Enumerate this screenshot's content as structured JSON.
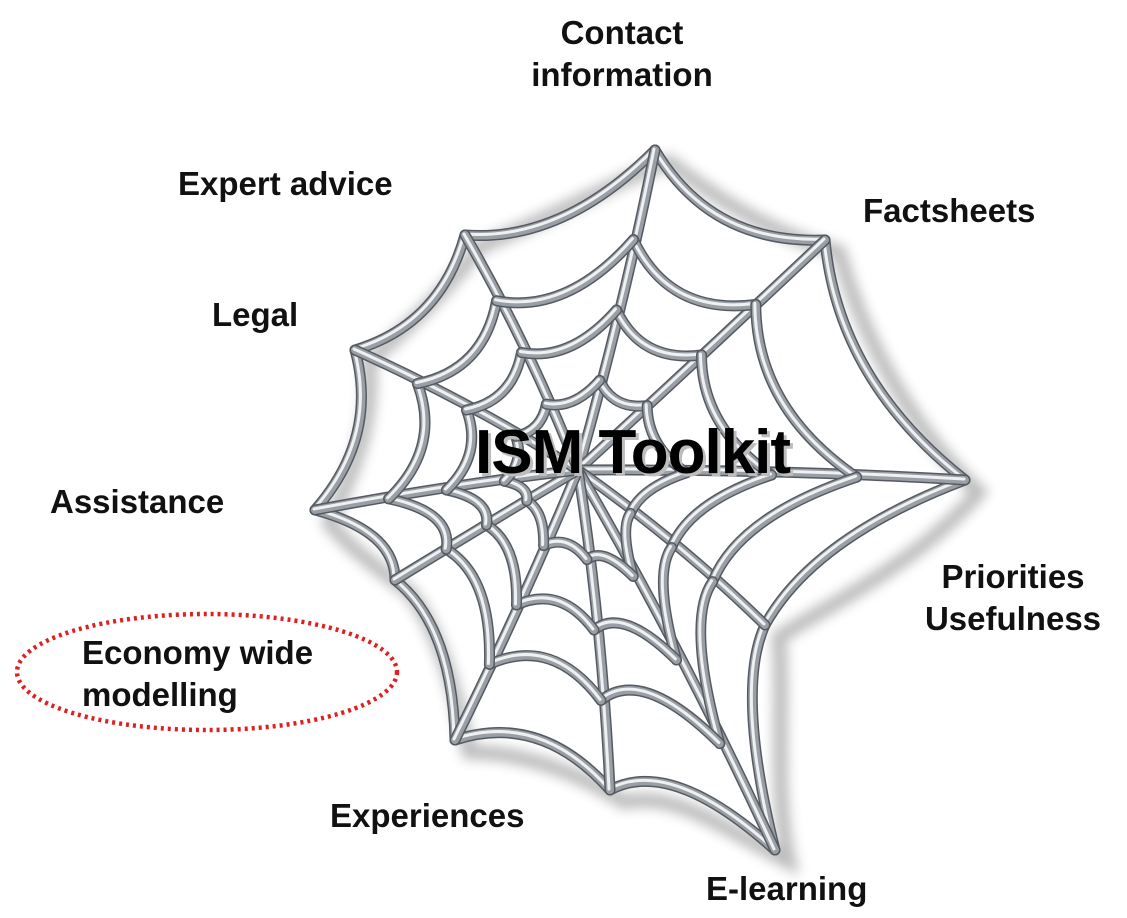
{
  "center_title": "ISM Toolkit",
  "labels": {
    "contact": [
      "Contact",
      "information"
    ],
    "expert_advice": "Expert advice",
    "factsheets": "Factsheets",
    "legal": "Legal",
    "assistance": "Assistance",
    "priorities": [
      "Priorities",
      "Usefulness"
    ],
    "economy": [
      "Economy wide",
      "modelling"
    ],
    "experiences": "Experiences",
    "elearning": "E-learning"
  },
  "colors": {
    "web_stroke": "#9a9fa6",
    "web_highlight": "#eef0f2",
    "web_shadow": "#555a60",
    "highlight_ellipse": "#e02020"
  }
}
